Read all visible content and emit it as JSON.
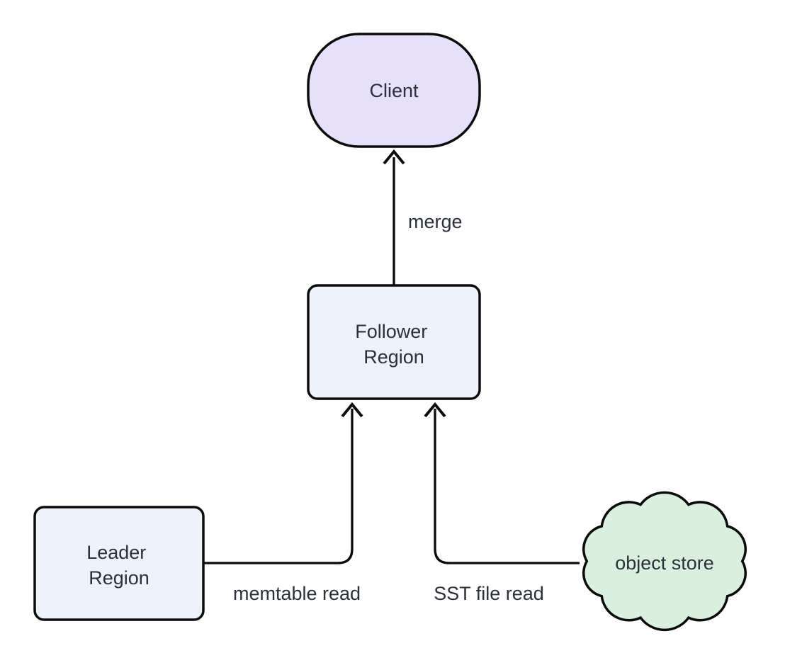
{
  "diagram": {
    "background_color": "#ffffff",
    "stroke_color": "#0b0b0b",
    "text_color": "#2b303b",
    "nodes": [
      {
        "id": "client",
        "shape": "stadium",
        "label": "Client",
        "fill": "#e6e0fa"
      },
      {
        "id": "follower-region",
        "shape": "rounded-rect",
        "label": "Follower Region",
        "label_line1": "Follower",
        "label_line2": "Region",
        "fill": "#edf2fb"
      },
      {
        "id": "leader-region",
        "shape": "rounded-rect",
        "label": "Leader Region",
        "label_line1": "Leader",
        "label_line2": "Region",
        "fill": "#edf2fb"
      },
      {
        "id": "object-store",
        "shape": "cloud",
        "label": "object store",
        "fill": "#daf0de"
      }
    ],
    "edges": [
      {
        "from": "follower-region",
        "to": "client",
        "label": "merge",
        "arrowhead": "vee-up"
      },
      {
        "from": "leader-region",
        "to": "follower-region",
        "label": "memtable read",
        "arrowhead": "vee-up"
      },
      {
        "from": "object-store",
        "to": "follower-region",
        "label": "SST file read",
        "arrowhead": "vee-up"
      }
    ]
  }
}
